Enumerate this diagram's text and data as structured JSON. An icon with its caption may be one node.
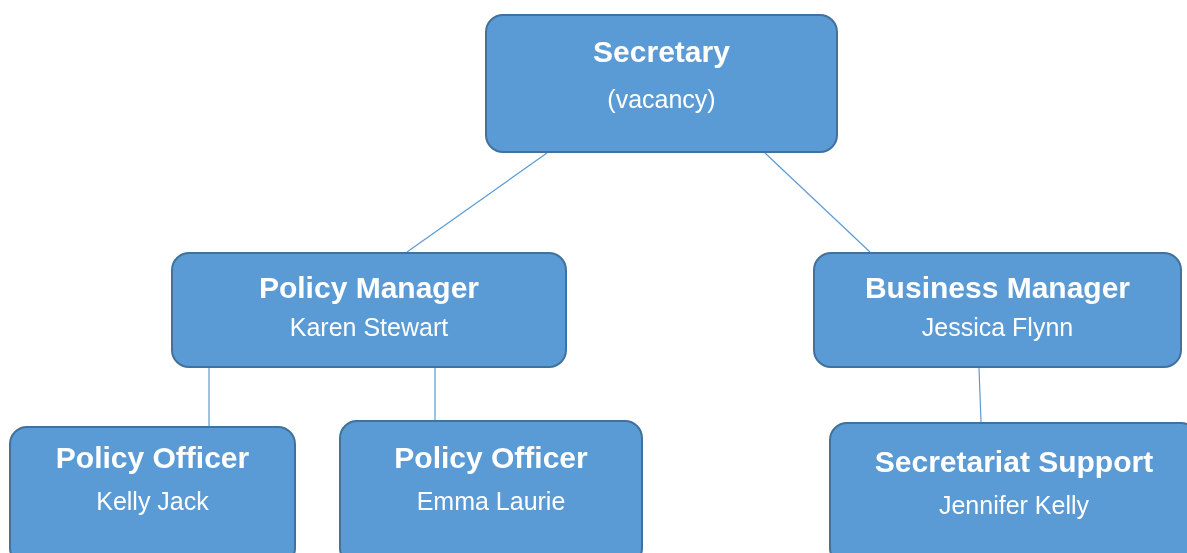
{
  "diagram": {
    "nodes": [
      {
        "text": [
          "Secretary",
          "(vacancy)"
        ]
      },
      {
        "text": [
          "Policy Manager",
          "Karen Stewart"
        ]
      },
      {
        "text": [
          "Business Manager",
          "Jessica Flynn"
        ]
      },
      {
        "text": [
          "Policy Officer",
          "Kelly Jack"
        ]
      },
      {
        "text": [
          "Policy Officer",
          "Emma Laurie"
        ]
      },
      {
        "text": [
          "Secretariat Support",
          "Jennifer Kelly"
        ]
      }
    ],
    "edges": [
      {
        "from": 0,
        "to": 1,
        "arrow": "none"
      },
      {
        "from": 0,
        "to": 2,
        "arrow": "none"
      },
      {
        "from": 1,
        "to": 3,
        "arrow": "none"
      },
      {
        "from": 1,
        "to": 4,
        "arrow": "none"
      },
      {
        "from": 2,
        "to": 5,
        "arrow": "none"
      }
    ]
  }
}
